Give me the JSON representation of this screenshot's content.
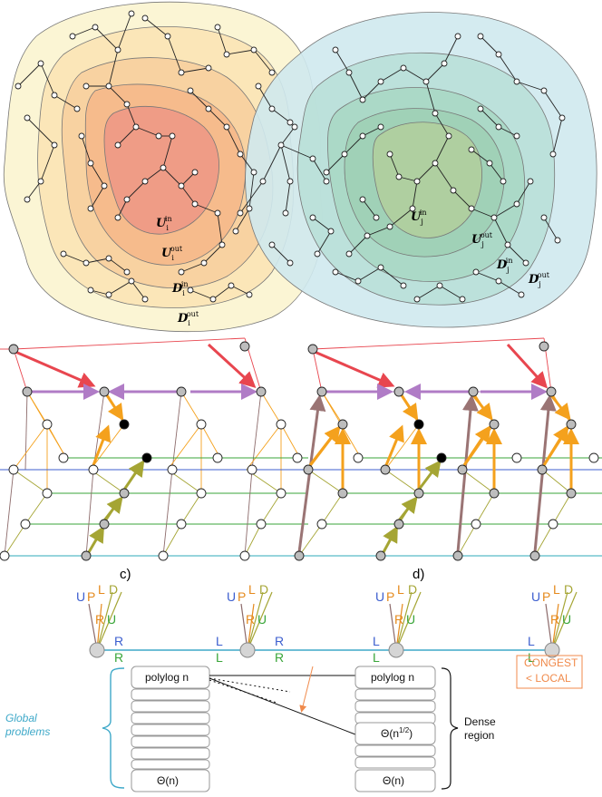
{
  "top_diagram": {
    "left_region": {
      "U_in": {
        "base": "U",
        "sub": "i",
        "sup": "in"
      },
      "U_out": {
        "base": "U",
        "sub": "i",
        "sup": "out"
      },
      "D_in": {
        "base": "D",
        "sub": "i",
        "sup": "in"
      },
      "D_out": {
        "base": "D",
        "sub": "i",
        "sup": "out"
      }
    },
    "right_region": {
      "U_in": {
        "base": "U",
        "sub": "j",
        "sup": "in"
      },
      "U_out": {
        "base": "U",
        "sub": "j",
        "sup": "out"
      },
      "D_in": {
        "base": "D",
        "sub": "j",
        "sup": "in"
      },
      "D_out": {
        "base": "D",
        "sub": "j",
        "sup": "out"
      }
    },
    "colors": {
      "outer_left": "#fbf5d4",
      "inner_left": "#f3a58d",
      "outer_right": "#cfe9ee",
      "inner_right": "#b5d7a9"
    }
  },
  "middle_panels": {
    "panel_c_label": "c)",
    "panel_d_label": "d)",
    "colors": {
      "red": "#e8464f",
      "purple": "#b07cc6",
      "orange": "#f4a11d",
      "olive": "#a5a534",
      "blue": "#3d5fcf",
      "green": "#3aa63a",
      "brown": "#9a7474",
      "teal": "#2ea8b8"
    }
  },
  "bottom_diagram": {
    "node_labels": [
      {
        "U": "U",
        "P": "P",
        "L": "L",
        "D": "D",
        "R": "R",
        "Ur": "U"
      },
      {
        "U": "U",
        "P": "P",
        "L": "L",
        "D": "D",
        "R": "R",
        "Ur": "U"
      },
      {
        "U": "U",
        "P": "P",
        "L": "L",
        "D": "D",
        "R": "R",
        "Ur": "U"
      },
      {
        "U": "U",
        "P": "P",
        "L": "L",
        "D": "D",
        "R": "R",
        "Ur": "U"
      }
    ],
    "edge_labels": [
      {
        "top": "R",
        "bottom": "R"
      },
      {
        "top": "L",
        "bottom": "L"
      },
      {
        "top": "R",
        "bottom": "R"
      },
      {
        "top": "L",
        "bottom": "L"
      },
      {
        "top": "L",
        "bottom": "L"
      }
    ],
    "congest_box": {
      "line1": "CONGEST",
      "line2": "< LOCAL"
    },
    "global_label": {
      "line1": "Global",
      "line2": "problems"
    },
    "left_column": {
      "top": "polylog n",
      "bottom": "Θ(n)"
    },
    "right_column": {
      "top": "polylog n",
      "middle": "Θ(n",
      "middle_sup": "1/2",
      "middle_close": ")",
      "bottom": "Θ(n)"
    },
    "dense_label": {
      "line1": "Dense",
      "line2": "region"
    }
  }
}
